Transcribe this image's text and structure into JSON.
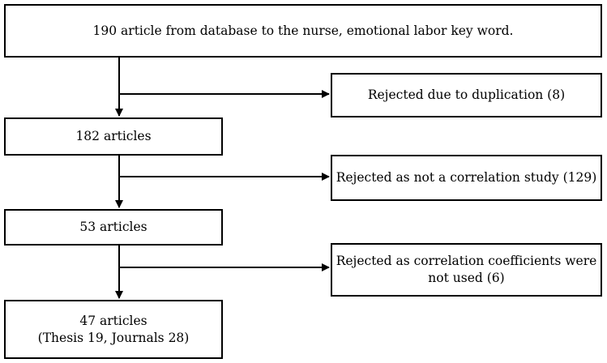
{
  "flow": {
    "start": {
      "text": "190 article from database to the nurse, emotional labor key word."
    },
    "step1": {
      "text": "182 articles"
    },
    "step2": {
      "text": "53 articles"
    },
    "final": {
      "line1": "47 articles",
      "line2": "(Thesis 19, Journals 28)"
    },
    "rejections": [
      {
        "line1": "Rejected due to duplication (8)"
      },
      {
        "line1": "Rejected as not a correlation study (129)"
      },
      {
        "line1": "Rejected as correlation coefficients were",
        "line2": "not used (6)"
      }
    ]
  }
}
